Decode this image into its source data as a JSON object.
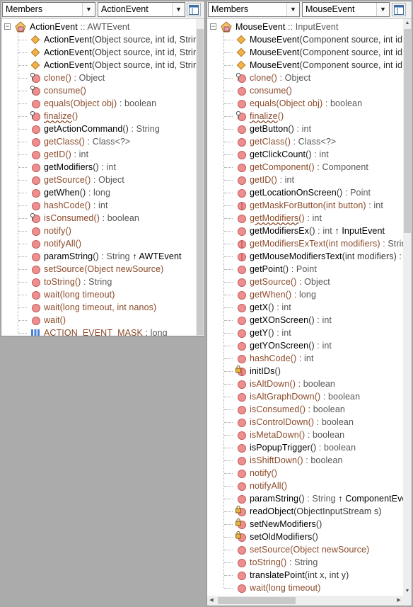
{
  "left_pane": {
    "filter_label": "Members",
    "class_label": "ActionEvent",
    "root": {
      "name": "ActionEvent",
      "sep": " :: ",
      "superclass": "AWTEvent"
    },
    "items": [
      {
        "icon": "constructor-icon",
        "name": "ActionEvent",
        "params": "(Object source, int id, String command)",
        "rtype": "",
        "inherited": false
      },
      {
        "icon": "constructor-icon",
        "name": "ActionEvent",
        "params": "(Object source, int id, String command, int modifiers)",
        "rtype": "",
        "inherited": false
      },
      {
        "icon": "constructor-icon",
        "name": "ActionEvent",
        "params": "(Object source, int id, String command, long when, int modifiers)",
        "rtype": "",
        "inherited": false
      },
      {
        "icon": "protected-method-icon",
        "name": "clone",
        "params": "()",
        "rtype": " : Object",
        "inherited": true
      },
      {
        "icon": "protected-method-icon",
        "name": "consume",
        "params": "()",
        "rtype": "",
        "inherited": true
      },
      {
        "icon": "method-icon",
        "name": "equals",
        "params": "(Object obj)",
        "rtype": " : boolean",
        "inherited": true
      },
      {
        "icon": "protected-method-icon",
        "name": "finalize",
        "params": "()",
        "rtype": "",
        "inherited": true,
        "deprecated": true
      },
      {
        "icon": "method-icon",
        "name": "getActionCommand",
        "params": "()",
        "rtype": " : String",
        "inherited": false
      },
      {
        "icon": "method-icon",
        "name": "getClass",
        "params": "()",
        "rtype": " : Class<?>",
        "inherited": true
      },
      {
        "icon": "method-icon",
        "name": "getID",
        "params": "()",
        "rtype": " : int",
        "inherited": true
      },
      {
        "icon": "method-icon",
        "name": "getModifiers",
        "params": "()",
        "rtype": " : int",
        "inherited": false
      },
      {
        "icon": "method-icon",
        "name": "getSource",
        "params": "()",
        "rtype": " : Object",
        "inherited": true
      },
      {
        "icon": "method-icon",
        "name": "getWhen",
        "params": "()",
        "rtype": " : long",
        "inherited": false
      },
      {
        "icon": "method-icon",
        "name": "hashCode",
        "params": "()",
        "rtype": " : int",
        "inherited": true
      },
      {
        "icon": "protected-method-icon",
        "name": "isConsumed",
        "params": "()",
        "rtype": " : boolean",
        "inherited": true
      },
      {
        "icon": "method-icon",
        "name": "notify",
        "params": "()",
        "rtype": "",
        "inherited": true
      },
      {
        "icon": "method-icon",
        "name": "notifyAll",
        "params": "()",
        "rtype": "",
        "inherited": true
      },
      {
        "icon": "method-icon",
        "name": "paramString",
        "params": "()",
        "rtype": " : String",
        "override": " ↑ AWTEvent",
        "inherited": false
      },
      {
        "icon": "method-icon",
        "name": "setSource",
        "params": "(Object newSource)",
        "rtype": "",
        "inherited": true
      },
      {
        "icon": "method-icon",
        "name": "toString",
        "params": "()",
        "rtype": " : String",
        "inherited": true
      },
      {
        "icon": "method-icon",
        "name": "wait",
        "params": "(long timeout)",
        "rtype": "",
        "inherited": true
      },
      {
        "icon": "method-icon",
        "name": "wait",
        "params": "(long timeout, int nanos)",
        "rtype": "",
        "inherited": true
      },
      {
        "icon": "method-icon",
        "name": "wait",
        "params": "()",
        "rtype": "",
        "inherited": true
      },
      {
        "icon": "field-icon",
        "name": "ACTION_EVENT_MASK",
        "params": "",
        "rtype": " : long",
        "inherited": true
      }
    ]
  },
  "right_pane": {
    "filter_label": "Members",
    "class_label": "MouseEvent",
    "root": {
      "name": "MouseEvent",
      "sep": " :: ",
      "superclass": "InputEvent"
    },
    "items": [
      {
        "icon": "constructor-icon",
        "name": "MouseEvent",
        "params": "(Component source, int id, long when, int modifiers, int x, int y, int clickCount, boolean popupTrigger)",
        "rtype": "",
        "inherited": false
      },
      {
        "icon": "constructor-icon",
        "name": "MouseEvent",
        "params": "(Component source, int id, long when, int modifiers, int x, int y, int clickCount, boolean popupTrigger, int button)",
        "rtype": "",
        "inherited": false
      },
      {
        "icon": "constructor-icon",
        "name": "MouseEvent",
        "params": "(Component source, int id, long when, int modifiers, int x, int y, int xAbs, int yAbs, int clickCount)",
        "rtype": "",
        "inherited": false
      },
      {
        "icon": "protected-method-icon",
        "name": "clone",
        "params": "()",
        "rtype": " : Object",
        "inherited": true
      },
      {
        "icon": "method-icon",
        "name": "consume",
        "params": "()",
        "rtype": "",
        "inherited": true
      },
      {
        "icon": "method-icon",
        "name": "equals",
        "params": "(Object obj)",
        "rtype": " : boolean",
        "inherited": true
      },
      {
        "icon": "protected-method-icon",
        "name": "finalize",
        "params": "()",
        "rtype": "",
        "inherited": true,
        "deprecated": true
      },
      {
        "icon": "method-icon",
        "name": "getButton",
        "params": "()",
        "rtype": " : int",
        "inherited": false
      },
      {
        "icon": "method-icon",
        "name": "getClass",
        "params": "()",
        "rtype": " : Class<?>",
        "inherited": true
      },
      {
        "icon": "method-icon",
        "name": "getClickCount",
        "params": "()",
        "rtype": " : int",
        "inherited": false
      },
      {
        "icon": "method-icon",
        "name": "getComponent",
        "params": "()",
        "rtype": " : Component",
        "inherited": true
      },
      {
        "icon": "method-icon",
        "name": "getID",
        "params": "()",
        "rtype": " : int",
        "inherited": true
      },
      {
        "icon": "method-icon",
        "name": "getLocationOnScreen",
        "params": "()",
        "rtype": " : Point",
        "inherited": false
      },
      {
        "icon": "static-method-icon",
        "name": "getMaskForButton",
        "params": "(int button)",
        "rtype": " : int",
        "inherited": true
      },
      {
        "icon": "method-icon",
        "name": "getModifiers",
        "params": "()",
        "rtype": " : int",
        "inherited": true,
        "deprecated": true
      },
      {
        "icon": "method-icon",
        "name": "getModifiersEx",
        "params": "()",
        "rtype": " : int",
        "override": " ↑ InputEvent",
        "inherited": false
      },
      {
        "icon": "static-method-icon",
        "name": "getModifiersExText",
        "params": "(int modifiers)",
        "rtype": " : String",
        "inherited": true
      },
      {
        "icon": "static-method-icon",
        "name": "getMouseModifiersText",
        "params": "(int modifiers)",
        "rtype": " : String",
        "inherited": false
      },
      {
        "icon": "method-icon",
        "name": "getPoint",
        "params": "()",
        "rtype": " : Point",
        "inherited": false
      },
      {
        "icon": "method-icon",
        "name": "getSource",
        "params": "()",
        "rtype": " : Object",
        "inherited": true
      },
      {
        "icon": "method-icon",
        "name": "getWhen",
        "params": "()",
        "rtype": " : long",
        "inherited": true
      },
      {
        "icon": "method-icon",
        "name": "getX",
        "params": "()",
        "rtype": " : int",
        "inherited": false
      },
      {
        "icon": "method-icon",
        "name": "getXOnScreen",
        "params": "()",
        "rtype": " : int",
        "inherited": false
      },
      {
        "icon": "method-icon",
        "name": "getY",
        "params": "()",
        "rtype": " : int",
        "inherited": false
      },
      {
        "icon": "method-icon",
        "name": "getYOnScreen",
        "params": "()",
        "rtype": " : int",
        "inherited": false
      },
      {
        "icon": "method-icon",
        "name": "hashCode",
        "params": "()",
        "rtype": " : int",
        "inherited": true
      },
      {
        "icon": "private-static-method-icon",
        "name": "initIDs",
        "params": "()",
        "rtype": "",
        "inherited": false
      },
      {
        "icon": "method-icon",
        "name": "isAltDown",
        "params": "()",
        "rtype": " : boolean",
        "inherited": true
      },
      {
        "icon": "method-icon",
        "name": "isAltGraphDown",
        "params": "()",
        "rtype": " : boolean",
        "inherited": true
      },
      {
        "icon": "method-icon",
        "name": "isConsumed",
        "params": "()",
        "rtype": " : boolean",
        "inherited": true
      },
      {
        "icon": "method-icon",
        "name": "isControlDown",
        "params": "()",
        "rtype": " : boolean",
        "inherited": true
      },
      {
        "icon": "method-icon",
        "name": "isMetaDown",
        "params": "()",
        "rtype": " : boolean",
        "inherited": true
      },
      {
        "icon": "method-icon",
        "name": "isPopupTrigger",
        "params": "()",
        "rtype": " : boolean",
        "inherited": false
      },
      {
        "icon": "method-icon",
        "name": "isShiftDown",
        "params": "()",
        "rtype": " : boolean",
        "inherited": true
      },
      {
        "icon": "method-icon",
        "name": "notify",
        "params": "()",
        "rtype": "",
        "inherited": true
      },
      {
        "icon": "method-icon",
        "name": "notifyAll",
        "params": "()",
        "rtype": "",
        "inherited": true
      },
      {
        "icon": "method-icon",
        "name": "paramString",
        "params": "()",
        "rtype": " : String",
        "override": " ↑ ComponentEvent",
        "inherited": false
      },
      {
        "icon": "private-method-icon",
        "name": "readObject",
        "params": "(ObjectInputStream s)",
        "rtype": "",
        "inherited": false
      },
      {
        "icon": "private-method-icon",
        "name": "setNewModifiers",
        "params": "()",
        "rtype": "",
        "inherited": false
      },
      {
        "icon": "private-method-icon",
        "name": "setOldModifiers",
        "params": "()",
        "rtype": "",
        "inherited": false
      },
      {
        "icon": "method-icon",
        "name": "setSource",
        "params": "(Object newSource)",
        "rtype": "",
        "inherited": true
      },
      {
        "icon": "method-icon",
        "name": "toString",
        "params": "()",
        "rtype": " : String",
        "inherited": true
      },
      {
        "icon": "method-icon",
        "name": "translatePoint",
        "params": "(int x, int y)",
        "rtype": "",
        "inherited": false
      },
      {
        "icon": "method-icon",
        "name": "wait",
        "params": "(long timeout)",
        "rtype": "",
        "inherited": true
      }
    ]
  },
  "colors": {
    "method": "#ee8f8f",
    "constructor": "#f2b14a",
    "field": "#4a7fd8",
    "inherited_text": "#8a4a2a"
  }
}
